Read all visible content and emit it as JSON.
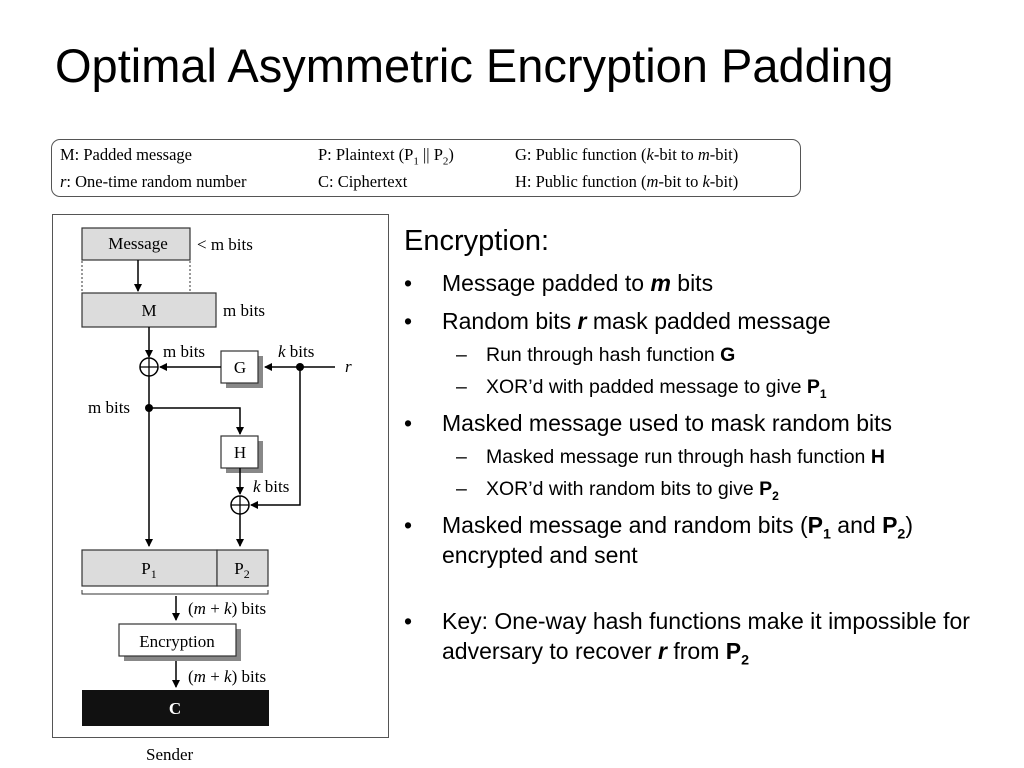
{
  "title": "Optimal Asymmetric Encryption Padding",
  "legend": {
    "m_label": "M: Padded message",
    "r_var": "r",
    "r_rest": ": One-time random number",
    "p_pre": "P: Plaintext (P",
    "p_sub1": "1",
    "p_mid": " || P",
    "p_sub2": "2",
    "p_post": ")",
    "c_label": "C: Ciphertext",
    "g_pre": "G: Public function (",
    "g_k": "k",
    "g_mid": "-bit to ",
    "g_m": "m",
    "g_post": "-bit)",
    "h_pre": "H: Public function (",
    "h_m": "m",
    "h_mid": "-bit to ",
    "h_k": "k",
    "h_post": "-bit)"
  },
  "diagram": {
    "message_box": "Message",
    "lt_m_bits": "< m bits",
    "m_box": "M",
    "m_bits": "m bits",
    "k_bits": "k bits",
    "g_box": "G",
    "h_box": "H",
    "r_label": "r",
    "p1_box": "P",
    "p1_sub": "1",
    "p2_box": "P",
    "p2_sub": "2",
    "mk_bits": "(m + k) bits",
    "encryption_box": "Encryption",
    "c_box": "C",
    "sender": "Sender"
  },
  "bullets": {
    "heading": "Encryption:",
    "marker": "•",
    "dash": "–",
    "b1_pre": "Message padded to ",
    "b1_em": "m",
    "b1_post": " bits",
    "b2_pre": "Random bits ",
    "b2_em": "r",
    "b2_post": " mask padded message",
    "b2a_pre": "Run through hash function ",
    "b2a_bold": "G",
    "b2b_pre": "XOR’d with padded message to give ",
    "b2b_bold": "P",
    "b2b_sub": "1",
    "b3": "Masked message used to mask random bits",
    "b3a_pre": "Masked message run through hash function ",
    "b3a_bold": "H",
    "b3b_pre": "XOR’d with random bits to give ",
    "b3b_bold": "P",
    "b3b_sub": "2",
    "b4_pre": "Masked message and random bits (",
    "b4_p1": "P",
    "b4_p1_sub": "1",
    "b4_and": " and ",
    "b4_p2": "P",
    "b4_p2_sub": "2",
    "b4_post": ") encrypted and sent",
    "b5_pre": "Key: One-way hash functions make it impossible for adversary to recover ",
    "b5_em": "r",
    "b5_mid": " from ",
    "b5_bold": "P",
    "b5_sub": "2"
  }
}
